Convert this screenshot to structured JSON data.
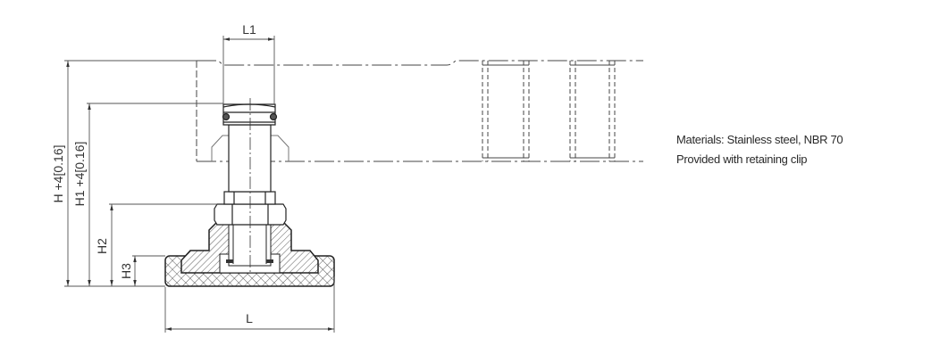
{
  "dimensions": {
    "h": "H +4[0.16]",
    "h1": "H1 +4[0.16]",
    "h2": "H2",
    "h3": "H3",
    "l": "L",
    "l1": "L1"
  },
  "notes": {
    "materials": "Materials: Stainless steel, NBR 70",
    "clip": "Provided with retaining clip"
  }
}
